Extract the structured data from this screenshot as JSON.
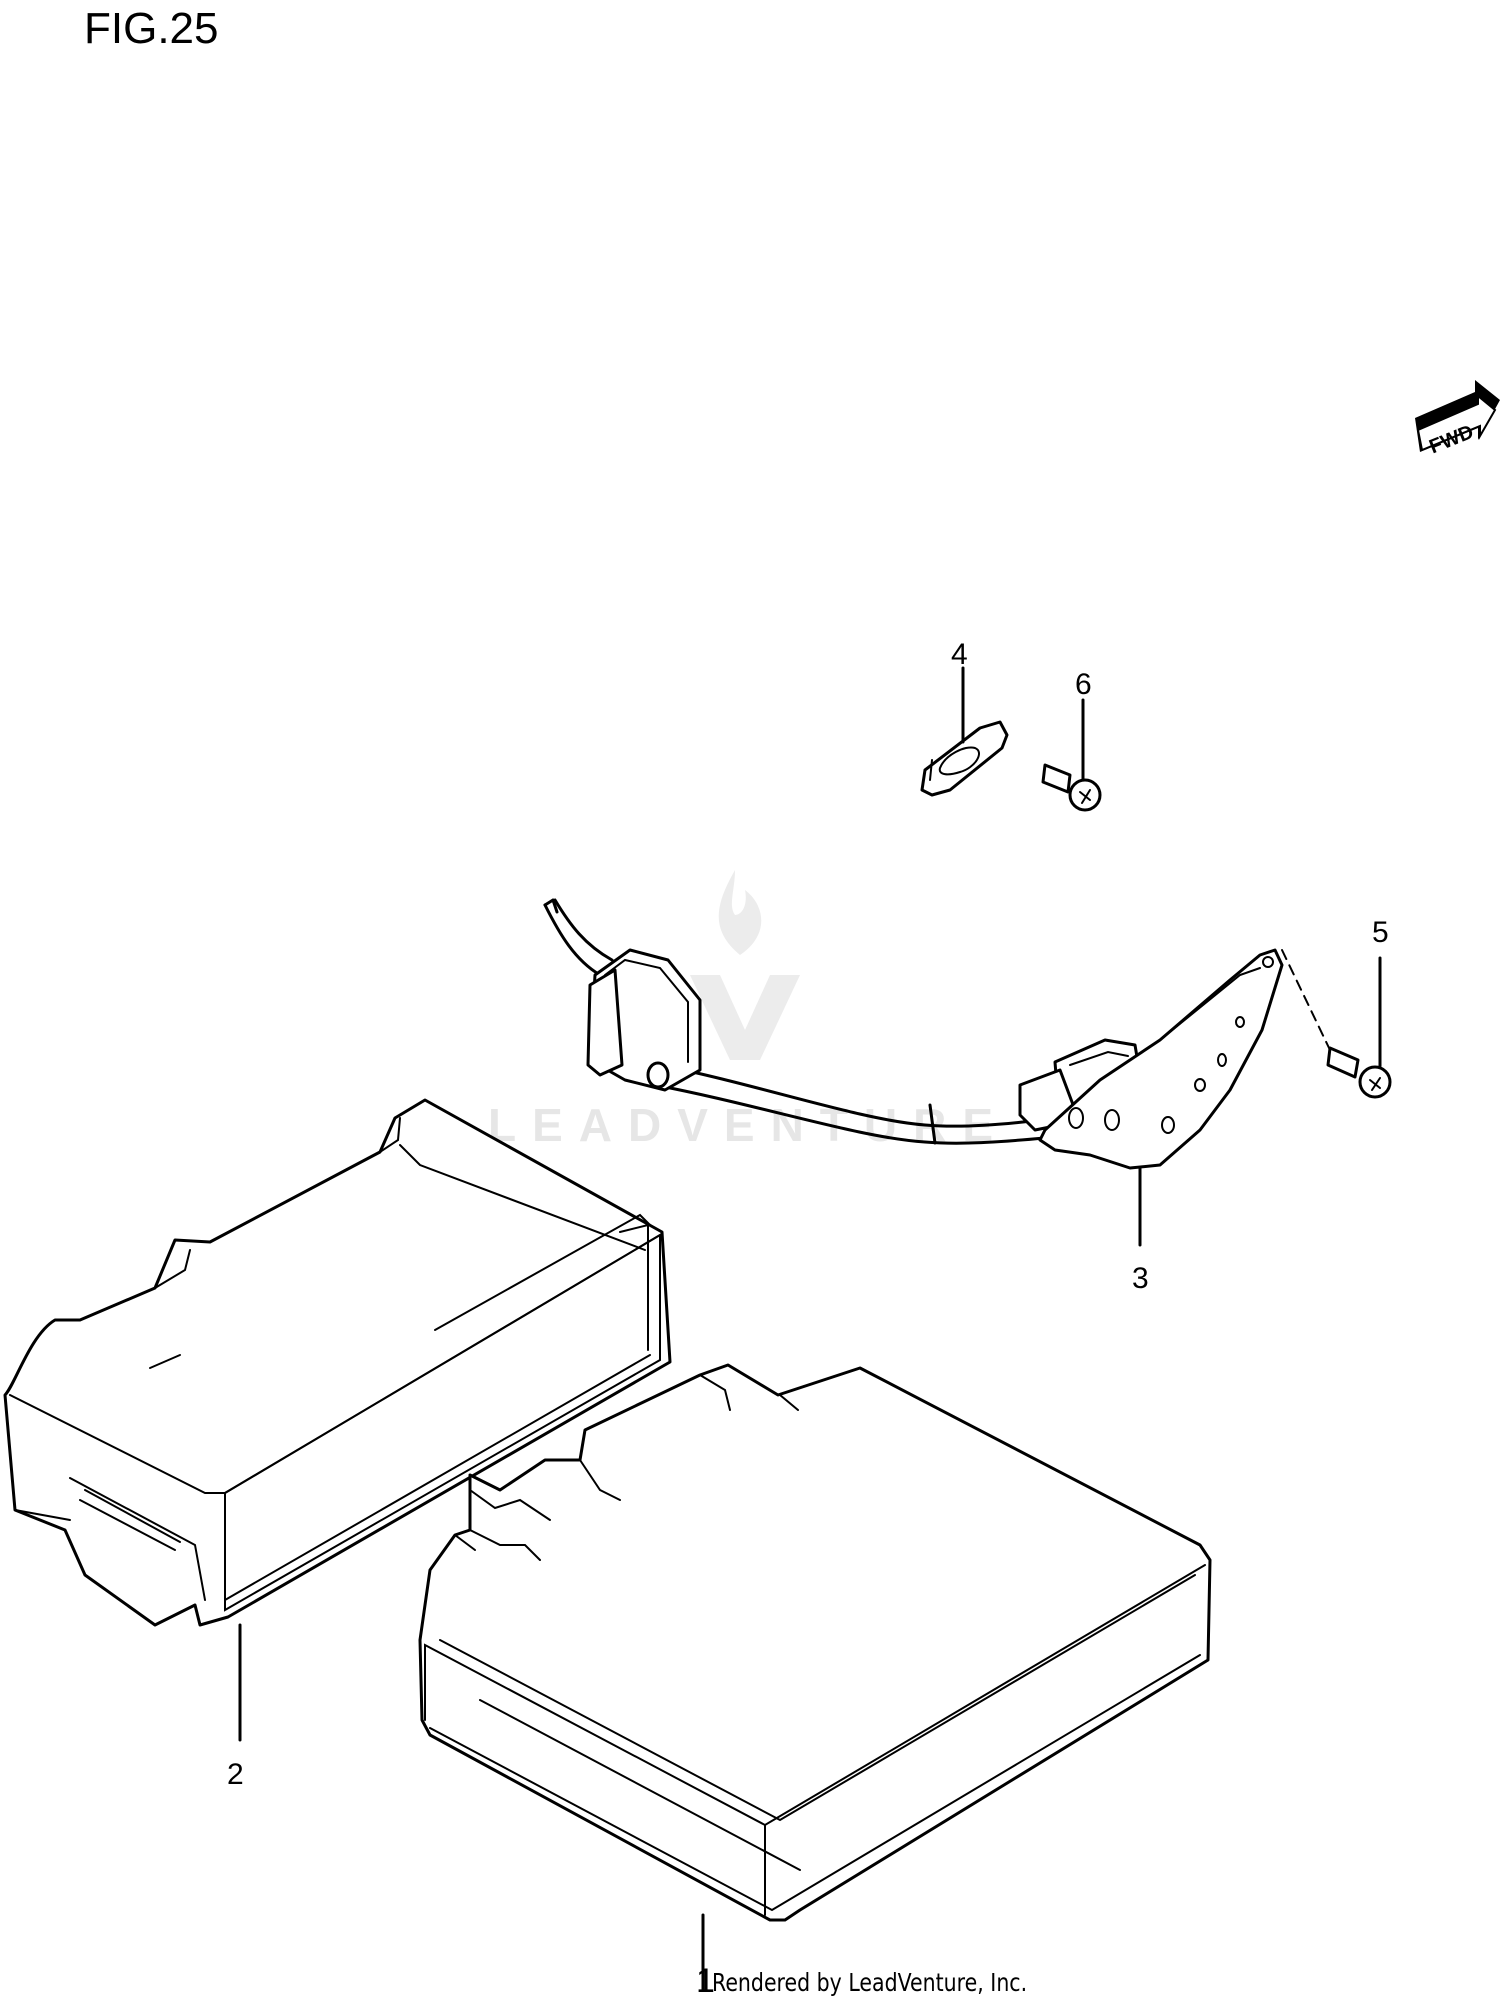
{
  "figure": {
    "title": "FIG.25",
    "fwd_label": "FWD"
  },
  "callouts": {
    "c1": "1",
    "c2": "2",
    "c3": "3",
    "c4": "4",
    "c5": "5",
    "c6": "6"
  },
  "watermark": {
    "brand": "LEADVENTURE"
  },
  "footer": {
    "credit": "Rendered by LeadVenture, Inc."
  }
}
